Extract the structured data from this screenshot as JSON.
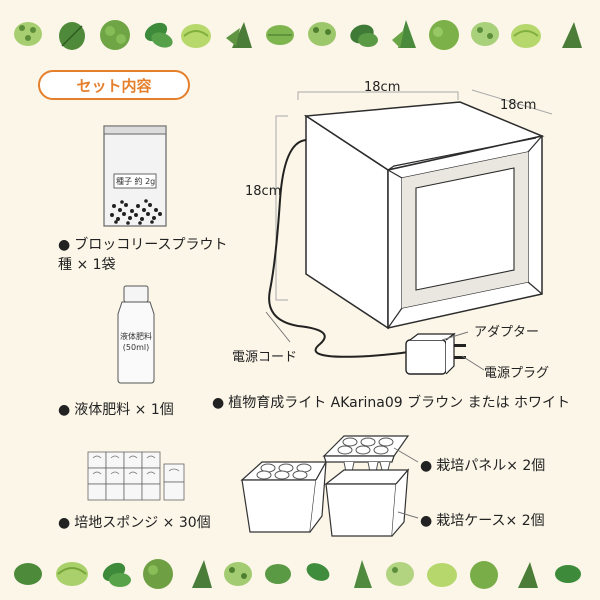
{
  "section_title": "セット内容",
  "items": {
    "sprout": {
      "line1": "ブロッコリースプラウト",
      "line2": "種 × 1袋",
      "packet_label": "種子 約 2g"
    },
    "fertilizer": {
      "label": "液体肥料 × 1個",
      "bottle_line1": "液体肥料",
      "bottle_line2": "(50ml)"
    },
    "sponge": {
      "label": "培地スポンジ × 30個"
    },
    "light": {
      "label": "植物育成ライト AKarina09 ブラウン または ホワイト"
    },
    "panel": {
      "label": "栽培パネル× 2個"
    },
    "case": {
      "label": "栽培ケース× 2個"
    }
  },
  "dimensions": {
    "width": "18cm",
    "depth": "18cm",
    "height": "18cm"
  },
  "callouts": {
    "adapter": "アダプター",
    "cord": "電源コード",
    "plug": "電源プラグ"
  },
  "bullet_char": "●",
  "colors": {
    "accent": "#e57f2c",
    "background": "#fbf6e8",
    "leaf_dark": "#3f7a36",
    "leaf_light": "#8cc45a"
  }
}
